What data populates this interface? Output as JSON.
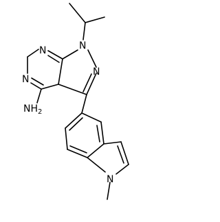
{
  "molecule": {
    "atoms": {
      "n1": "N",
      "n2": "N",
      "n7": "N",
      "n5": "N",
      "amine": "NH",
      "amine_sub": "2",
      "n_indole": "N"
    }
  }
}
